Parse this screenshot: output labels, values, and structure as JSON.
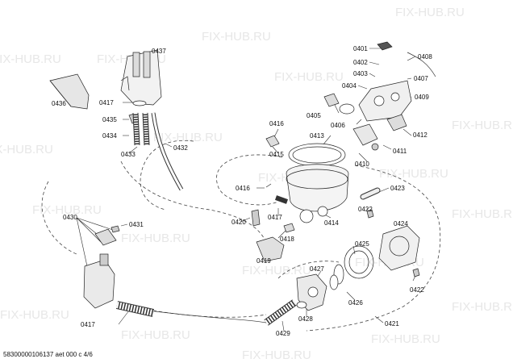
{
  "watermark": "FIX-HUB.RU",
  "footer": "58300000106137 aet 000 c 4/6",
  "labels": {
    "p0401": "0401",
    "p0402": "0402",
    "p0403": "0403",
    "p0404": "0404",
    "p0405": "0405",
    "p0406": "0406",
    "p0407": "0407",
    "p0408": "0408",
    "p0409": "0409",
    "p0410": "0410",
    "p0411": "0411",
    "p0412": "0412",
    "p0413": "0413",
    "p0414": "0414",
    "p0415": "0415",
    "p0416a": "0416",
    "p0416b": "0416",
    "p0417a": "0417",
    "p0417b": "0417",
    "p0417c": "0417",
    "p0418": "0418",
    "p0419": "0419",
    "p0420": "0420",
    "p0421": "0421",
    "p0422a": "0422",
    "p0422b": "0422",
    "p0423": "0423",
    "p0424": "0424",
    "p0425": "0425",
    "p0426": "0426",
    "p0427": "0427",
    "p0428": "0428",
    "p0429": "0429",
    "p0430": "0430",
    "p0431": "0431",
    "p0432": "0432",
    "p0433": "0433",
    "p0434": "0434",
    "p0435": "0435",
    "p0436": "0436",
    "p0437": "0437"
  }
}
